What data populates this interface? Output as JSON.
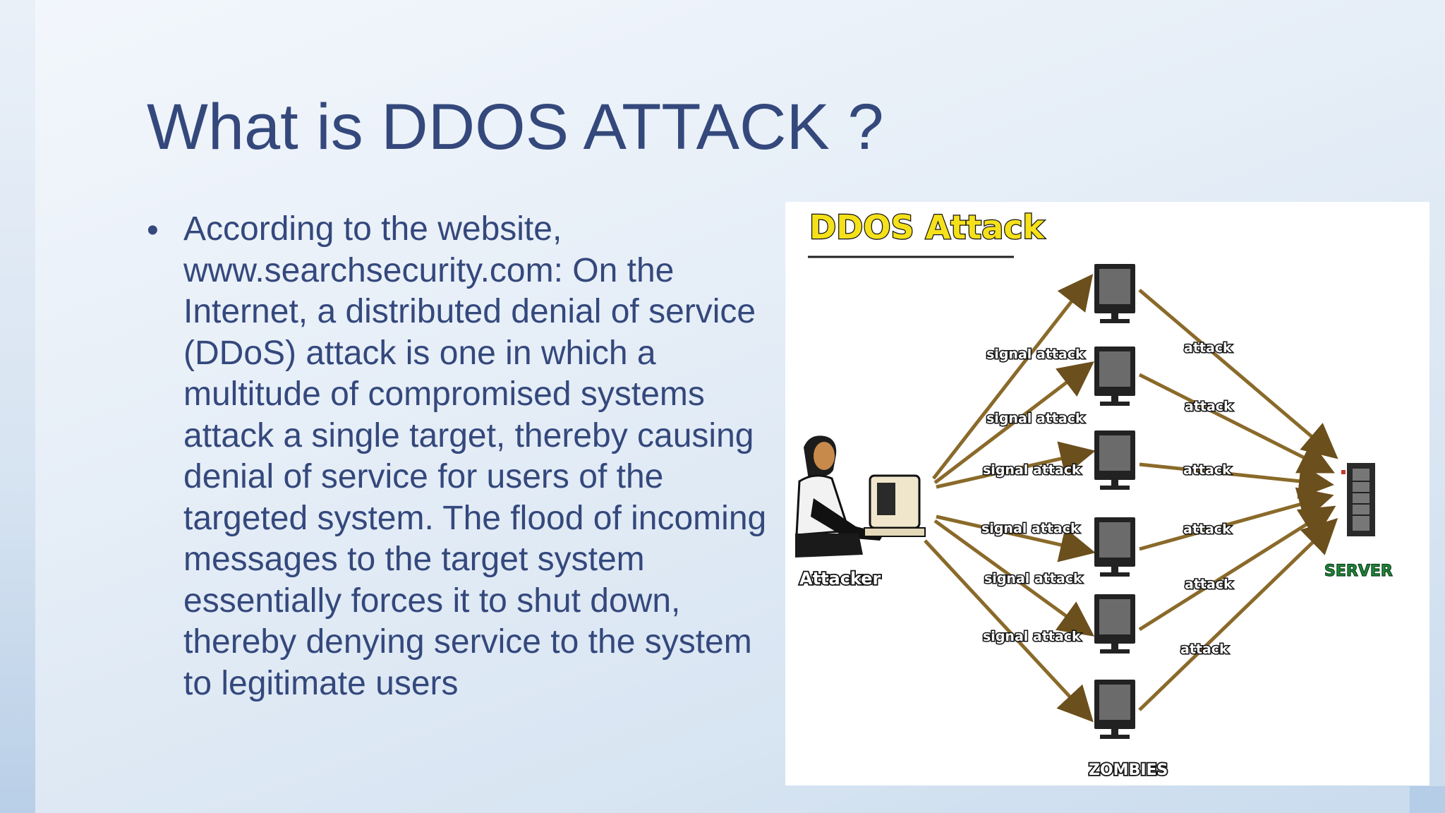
{
  "slide": {
    "title": "What is DDOS ATTACK ?",
    "bullet": "According to the website, www.searchsecurity.com: On the Internet, a distributed denial of service (DDoS) attack is one in which a multitude of compromised systems attack a single target, thereby causing denial of service for users of the targeted system. The flood of incoming messages to the target system essentially forces it to shut down, thereby denying service to the system to legitimate users"
  },
  "figure": {
    "heading": "DDOS Attack",
    "attacker_label": "Attacker",
    "server_label": "SERVER",
    "zombies_label": "ZOMBIES",
    "signal_labels": [
      "signal attack",
      "signal attack",
      "signal attack",
      "signal attack",
      "signal attack",
      "signal attack"
    ],
    "attack_labels": [
      "attack",
      "attack",
      "attack",
      "attack",
      "attack",
      "attack"
    ],
    "colors": {
      "title_text": "#34487c",
      "heading_fill": "#f5e11a",
      "server_label": "#1f8a3a",
      "arrow": "#8a6a2a"
    }
  }
}
